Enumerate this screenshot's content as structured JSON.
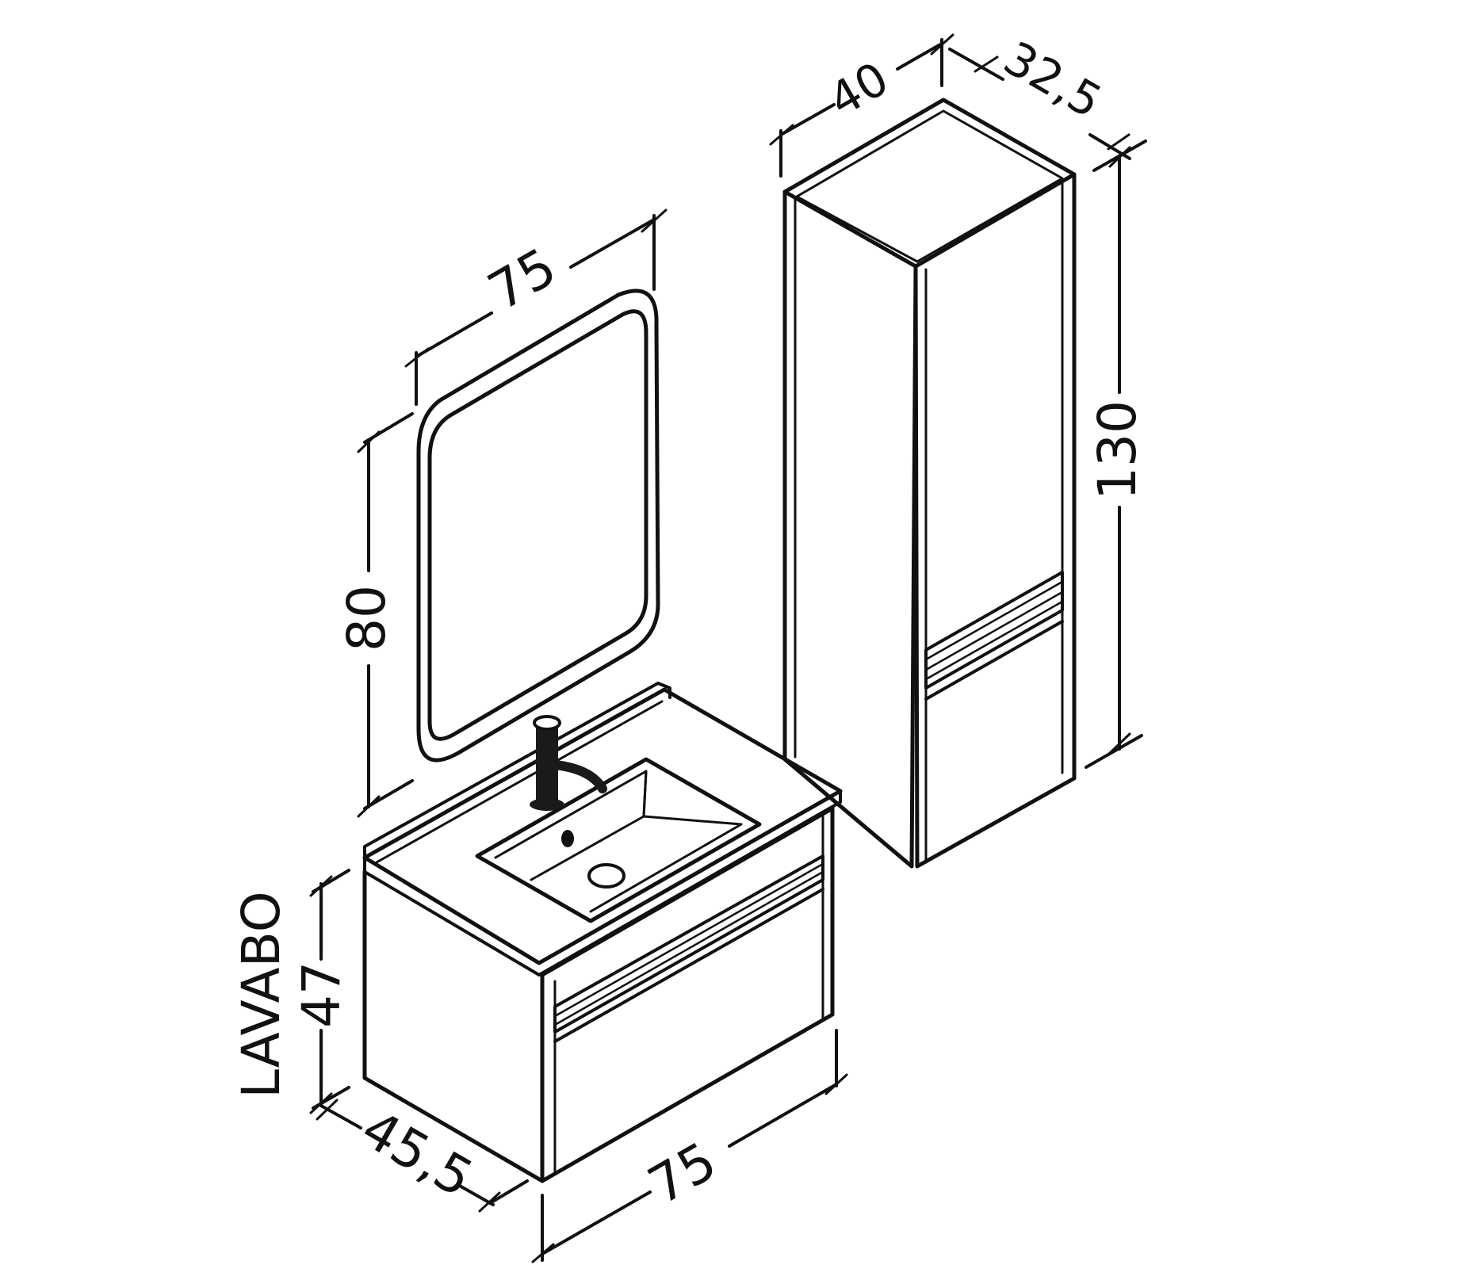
{
  "diagram": {
    "colors": {
      "line": "#111111",
      "faucet": "#1a1a1a",
      "background": "#ffffff"
    },
    "mirror": {
      "width_label": "75",
      "height_label": "80"
    },
    "tall_cabinet": {
      "width_label": "40",
      "depth_label": "32,5",
      "height_label": "130"
    },
    "vanity": {
      "caption": "LAVABO",
      "height_label": "47",
      "depth_label": "45,5",
      "width_label": "75"
    }
  }
}
